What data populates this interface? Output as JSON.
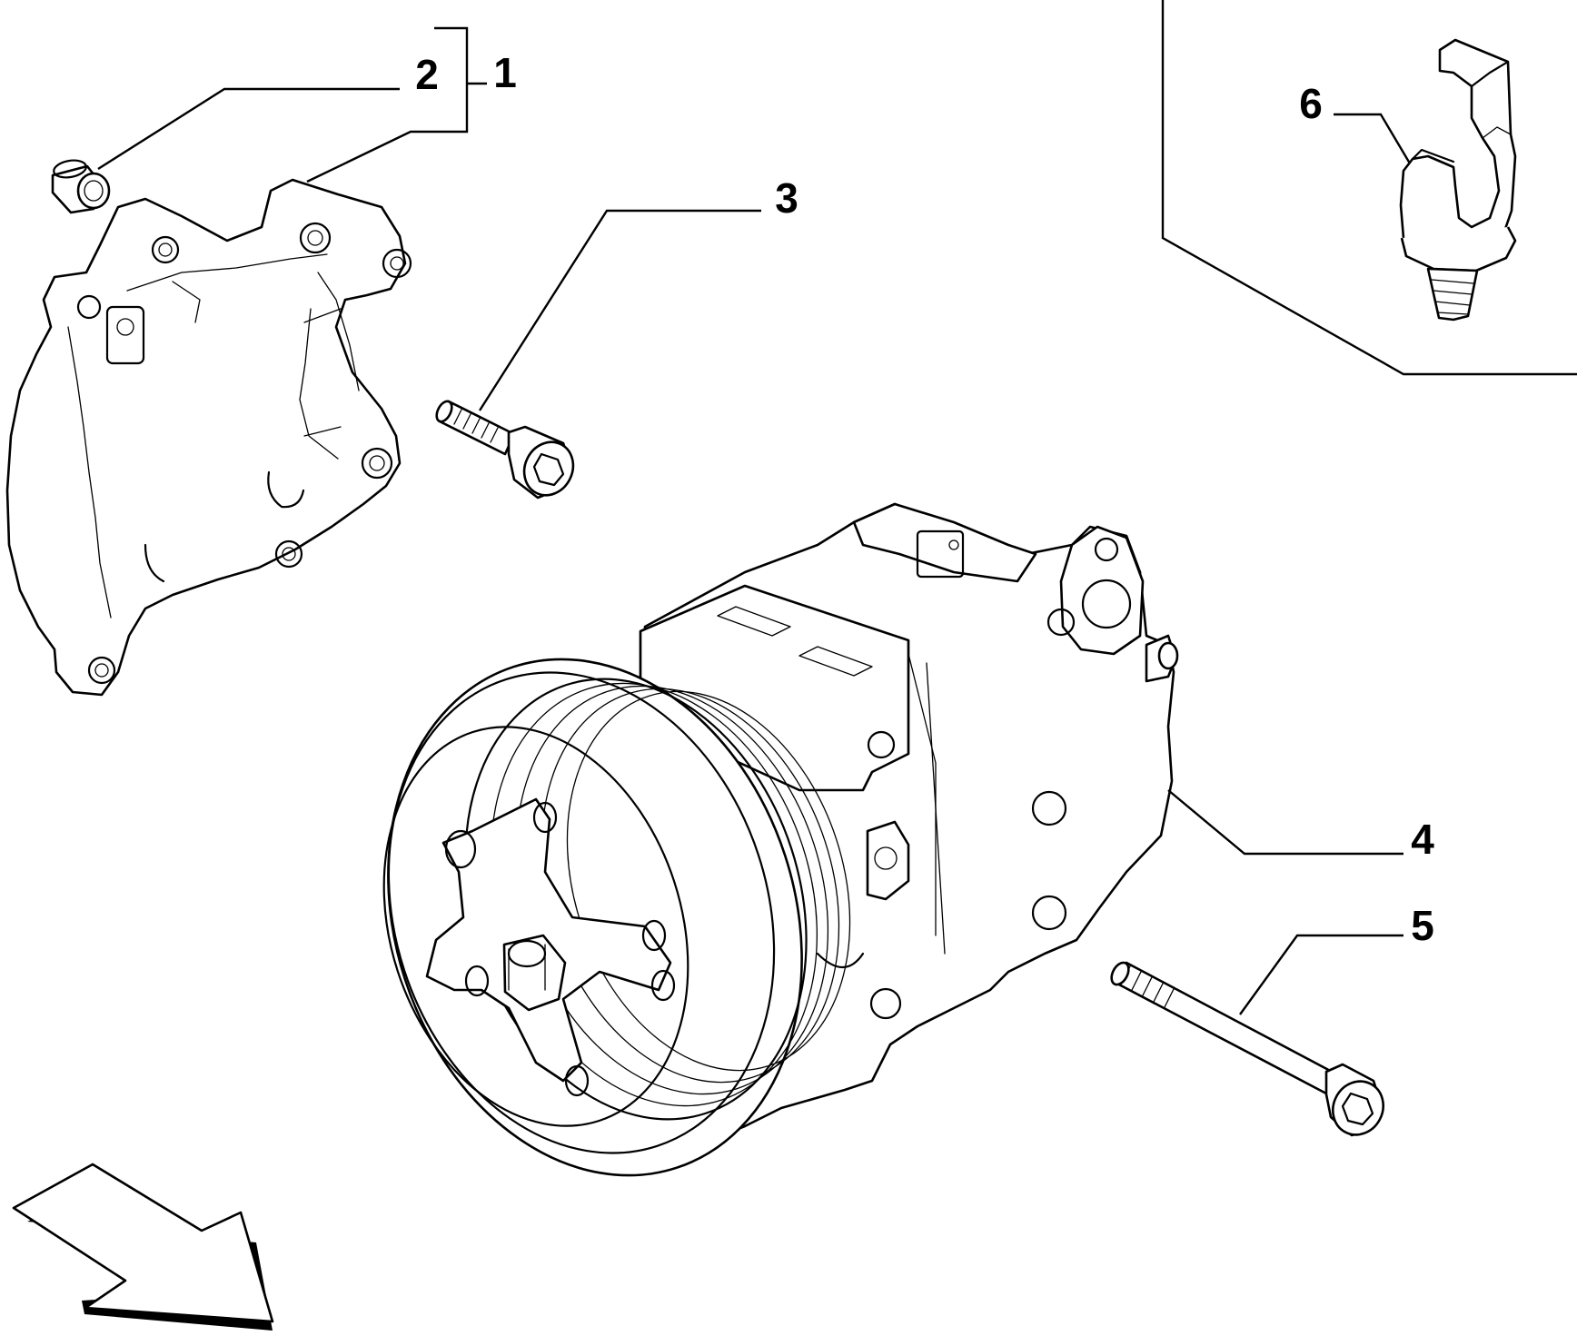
{
  "callouts": {
    "c1": "1",
    "c2": "2",
    "c3": "3",
    "c4": "4",
    "c5": "5",
    "c6": "6"
  },
  "parts": [
    {
      "ref": "1",
      "icon": "compressor-bracket-icon"
    },
    {
      "ref": "2",
      "icon": "bushing-icon"
    },
    {
      "ref": "3",
      "icon": "bolt-icon"
    },
    {
      "ref": "4",
      "icon": "ac-compressor-icon"
    },
    {
      "ref": "5",
      "icon": "long-bolt-icon"
    },
    {
      "ref": "6",
      "icon": "pipe-clip-icon"
    }
  ],
  "direction_indicator": "arrow-icon"
}
